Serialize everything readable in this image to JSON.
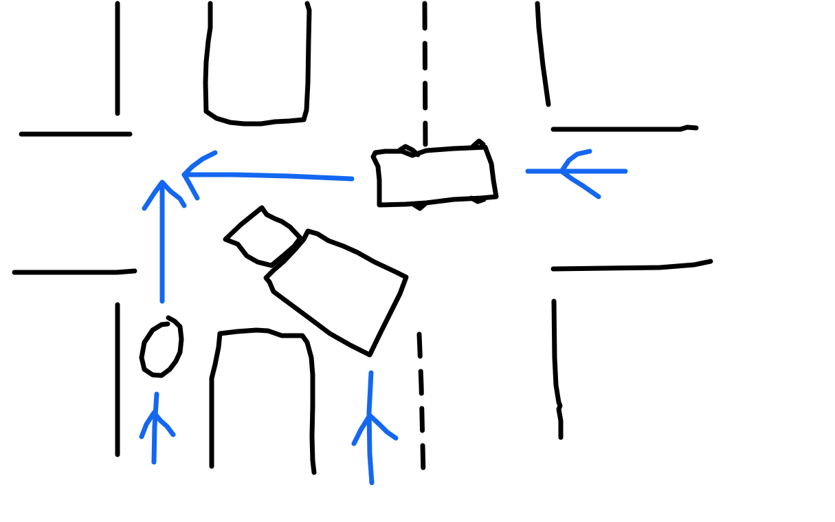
{
  "colors": {
    "road_lines": "#000000",
    "movement_arrows": "#1467f0",
    "background": "#ffffff"
  },
  "diagram": {
    "type": "hand-drawn intersection sketch",
    "objects": [
      {
        "id": "car-top",
        "shape": "rectangle vehicle outline"
      },
      {
        "id": "car-right",
        "shape": "rectangle vehicle outline"
      },
      {
        "id": "car-angled",
        "shape": "vehicle outline turning"
      },
      {
        "id": "car-bottom",
        "shape": "rectangle vehicle outline"
      },
      {
        "id": "cyclist",
        "shape": "oval"
      }
    ],
    "arrows": [
      {
        "id": "arrow-cyclist-straight",
        "direction": "up"
      },
      {
        "id": "arrow-cyclist-turn",
        "direction": "up-then-left"
      },
      {
        "id": "arrow-car-right-left",
        "direction": "left"
      },
      {
        "id": "arrow-east-incoming",
        "direction": "left"
      },
      {
        "id": "arrow-bottom-lane",
        "direction": "up"
      }
    ],
    "icons": [
      "arrow-icon",
      "vehicle-icon",
      "bicycle-icon"
    ]
  }
}
